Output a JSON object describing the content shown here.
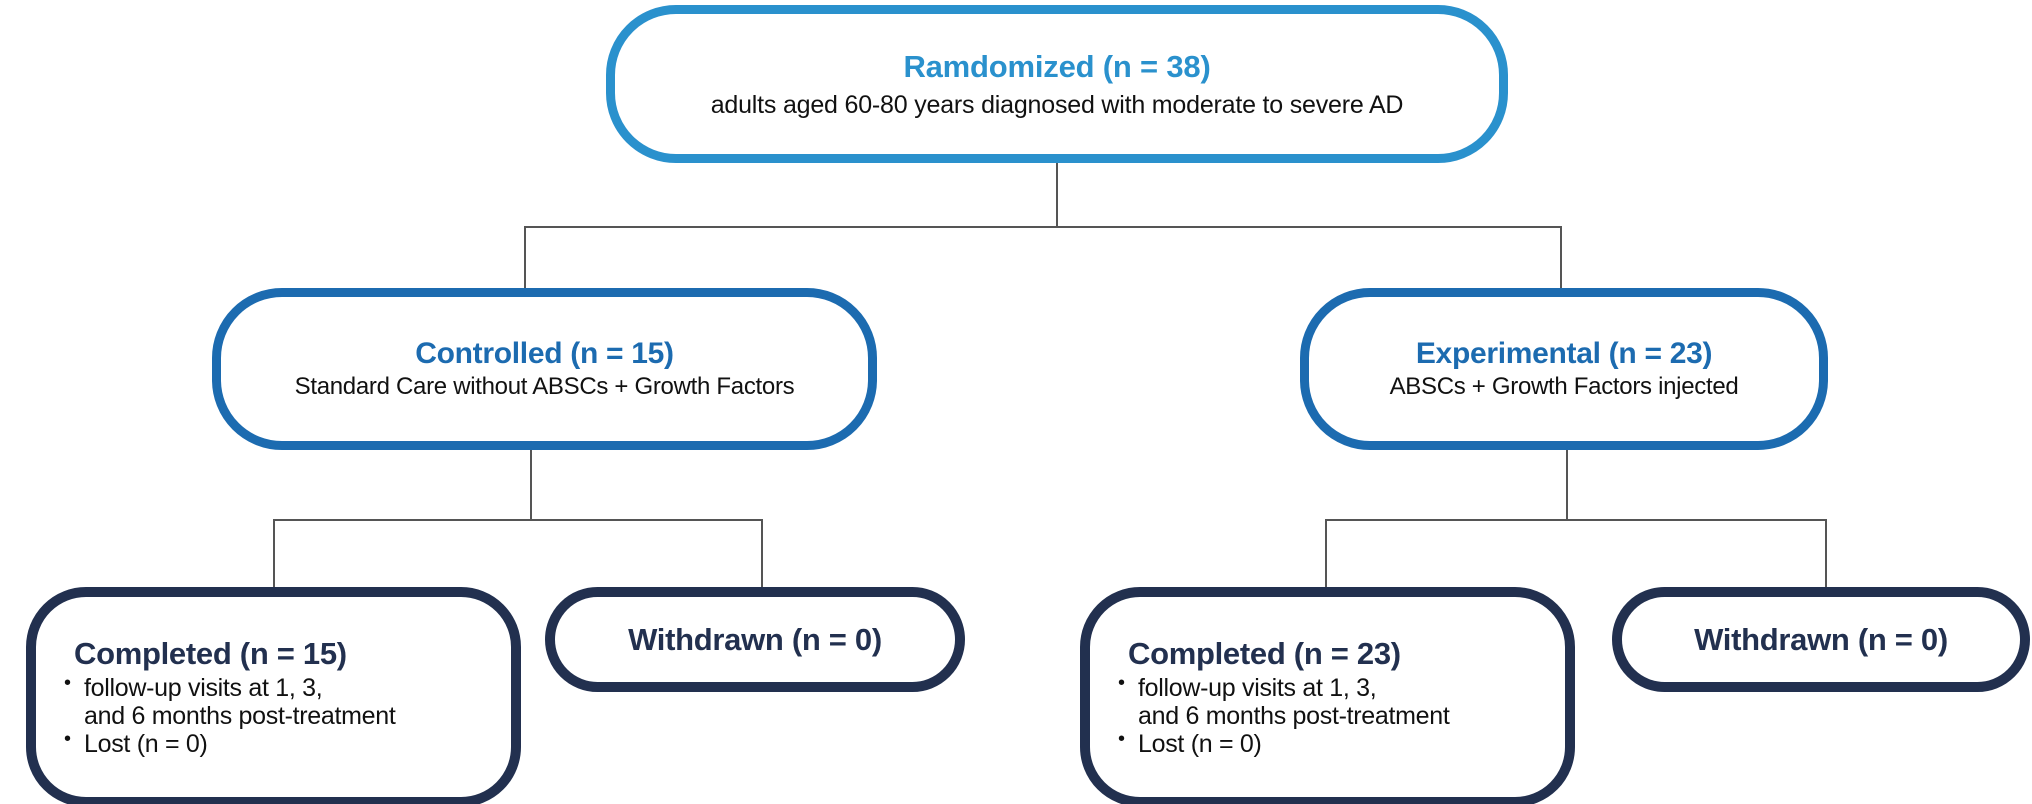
{
  "diagram": {
    "type": "consort-flow-diagram",
    "colors": {
      "level1_accent": "#2a91cd",
      "level2_accent": "#1c6bb0",
      "level3_accent": "#22304f",
      "body_text": "#111111",
      "connector": "#555555",
      "background": "#ffffff"
    },
    "nodes": {
      "randomized": {
        "title": "Ramdomized (n = 38)",
        "subtitle": "adults aged 60-80 years diagnosed with moderate to severe AD"
      },
      "controlled": {
        "title": "Controlled (n = 15)",
        "subtitle": "Standard Care without ABSCs + Growth Factors"
      },
      "experimental": {
        "title": "Experimental (n = 23)",
        "subtitle": "ABSCs + Growth Factors injected"
      },
      "completed_control": {
        "title": "Completed (n = 15)",
        "bullets": [
          "follow-up visits at 1, 3,\nand 6 months post-treatment",
          "Lost (n = 0)"
        ]
      },
      "withdrawn_control": {
        "title": "Withdrawn (n = 0)"
      },
      "completed_experimental": {
        "title": "Completed (n = 23)",
        "bullets": [
          "follow-up visits at 1, 3,\nand 6 months post-treatment",
          "Lost (n = 0)"
        ]
      },
      "withdrawn_experimental": {
        "title": "Withdrawn (n = 0)"
      }
    }
  }
}
